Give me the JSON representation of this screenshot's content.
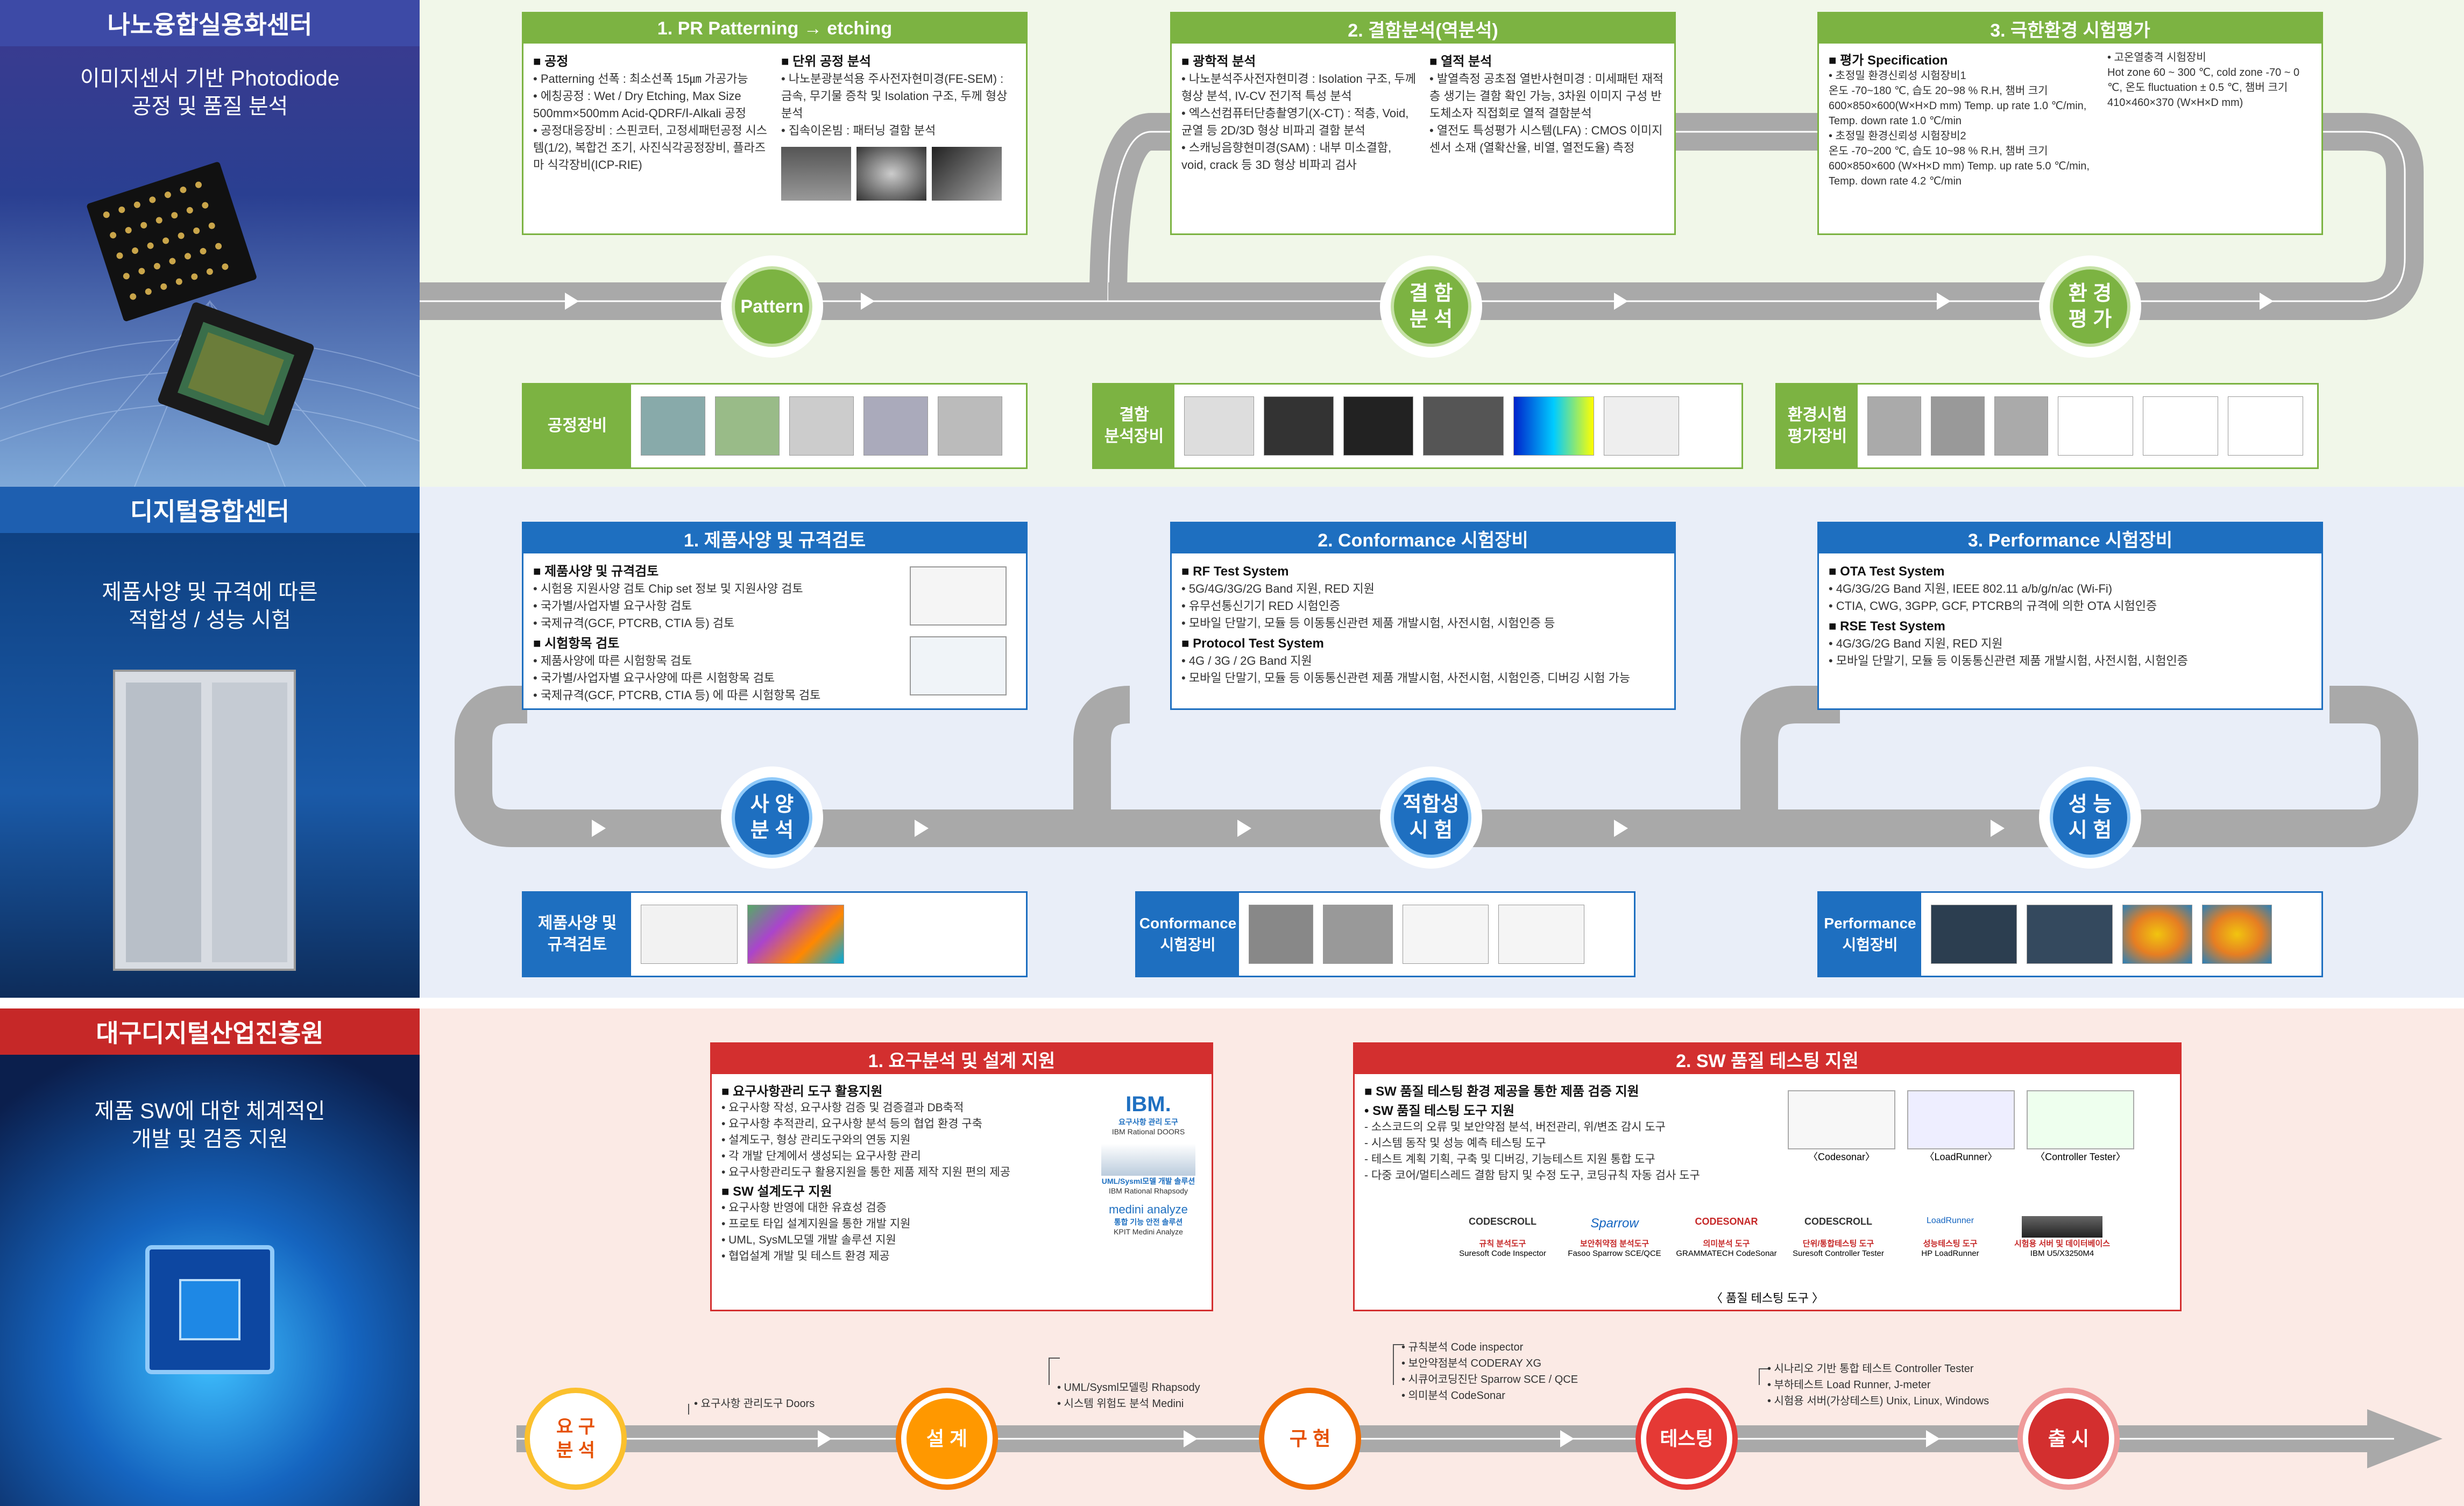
{
  "colors": {
    "green": "#7cb342",
    "blue": "#1e6fc0",
    "red": "#d32f2f",
    "road": "#a9a9a9"
  },
  "s1": {
    "center": "나노융합실용화센터",
    "subtitle1": "이미지센서 기반 Photodiode",
    "subtitle2": "공정 및 품질 분석",
    "cards": [
      {
        "title": "1. PR Patterning → etching",
        "col1": [
          {
            "h": "■ 공정",
            "items": [
              "• Patterning 선폭 : 최소선폭 15㎛ 가공가능",
              "• 에칭공정 : Wet / Dry Etching, Max Size 500mm×500mm Acid-QDRF/Ⅰ-Alkali 공정"
            ]
          },
          {
            "h": "",
            "items": [
              "• 공정대응장비 : 스핀코터, 고정세패턴공정 시스템(1/2), 복합건 조기, 사진식각공정장비, 플라즈마 식각장비(ICP-RIE)"
            ]
          }
        ],
        "col2": [
          {
            "h": "■ 단위 공정 분석",
            "items": [
              "• 나노분광분석용 주사전자현미경(FE-SEM) : 금속, 무기물 증착 및 Isolation 구조, 두께 형상 분석",
              "• 집속이온빔 : 패터닝 결함 분석"
            ]
          }
        ]
      },
      {
        "title": "2. 결함분석(역분석)",
        "col1": [
          {
            "h": "■ 광학적 분석",
            "items": [
              "• 나노분석주사전자현미경 : Isolation 구조, 두께 형상 분석, IV-CV 전기적 특성 분석",
              "• 엑스선컴퓨터단층촬영기(X-CT) : 적층, Void, 균열 등 2D/3D 형상 비파괴 결함 분석",
              "• 스캐닝음향현미경(SAM) : 내부 미소결함, void, crack 등 3D 형상 비파괴 검사"
            ]
          }
        ],
        "col2": [
          {
            "h": "■ 열적 분석",
            "items": [
              "• 발열측정 공초점 열반사현미경 : 미세패턴 재적층 생기는 결함 확인 가능, 3차원 이미지 구성 반도체소자 직접회로 열적 결함분석",
              "• 열전도 특성평가 시스템(LFA) : CMOS 이미지센서 소재 (열확산율, 비열, 열전도율) 측정"
            ]
          }
        ]
      },
      {
        "title": "3. 극한환경 시험평가",
        "col1": [
          {
            "h": "■ 평가 Specification",
            "items": [
              "• 초정밀 환경신뢰성 시험장비1",
              "온도 -70~180 ℃, 습도 20~98 % R.H, 챔버 크기 600×850×600(W×H×D mm) Temp. up rate 1.0 ℃/min, Temp. down rate 1.0 ℃/min",
              "• 초정밀 환경신뢰성 시험장비2",
              "온도 -70~200 ℃, 습도 10~98 % R.H, 챔버 크기 600×850×600 (W×H×D mm) Temp. up rate 5.0 ℃/min, Temp. down rate 4.2 ℃/min"
            ]
          }
        ],
        "col2": [
          {
            "h": "",
            "items": [
              "• 고온열충격 시험장비",
              "Hot zone 60 ~ 300 ℃, cold zone -70 ~ 0 ℃, 온도 fluctuation ± 0.5 ℃, 챔버 크기 410×460×370 (W×H×D mm)"
            ]
          }
        ]
      }
    ],
    "circles": [
      "Pattern",
      "결 함\n분 석",
      "환 경\n평 가"
    ],
    "equip": [
      "공정장비",
      "결함\n분석장비",
      "환경시험\n평가장비"
    ]
  },
  "s2": {
    "center": "디지털융합센터",
    "subtitle1": "제품사양 및 규격에 따른",
    "subtitle2": "적합성 / 성능 시험",
    "cards": [
      {
        "title": "1. 제품사양 및 규격검토",
        "blocks": [
          {
            "h": "■ 제품사양 및 규격검토",
            "items": [
              "• 시험용 지원사양 검토 Chip set 정보 및 지원사양 검토",
              "• 국가별/사업자별 요구사항 검토",
              "• 국제규격(GCF, PTCRB, CTIA 등) 검토"
            ]
          },
          {
            "h": "■ 시험항목 검토",
            "items": [
              "• 제품사양에 따른 시험항목 검토",
              "• 국가별/사업자별 요구사양에 따른 시험항목 검토",
              "• 국제규격(GCF, PTCRB, CTIA 등) 에 따른 시험항목 검토"
            ]
          }
        ]
      },
      {
        "title": "2. Conformance 시험장비",
        "blocks": [
          {
            "h": "■ RF Test System",
            "items": [
              "• 5G/4G/3G/2G Band 지원, RED 지원",
              "• 유무선통신기기 RED 시험인증",
              "• 모바일 단말기, 모듈 등 이동통신관련 제품 개발시험, 사전시험, 시험인증 등"
            ]
          },
          {
            "h": "■ Protocol Test System",
            "items": [
              "• 4G / 3G / 2G Band 지원",
              "• 모바일 단말기, 모듈 등 이동통신관련 제품 개발시험, 사전시험, 시험인증, 디버깅 시험 가능"
            ]
          }
        ]
      },
      {
        "title": "3. Performance 시험장비",
        "blocks": [
          {
            "h": "■ OTA Test System",
            "items": [
              "• 4G/3G/2G Band 지원, IEEE 802.11 a/b/g/n/ac (Wi-Fi)",
              "• CTIA, CWG, 3GPP, GCF, PTCRB의 규격에 의한 OTA 시험인증"
            ]
          },
          {
            "h": "■ RSE Test System",
            "items": [
              "• 4G/3G/2G Band 지원, RED 지원",
              "• 모바일 단말기, 모듈 등 이동통신관련 제품 개발시험, 사전시험, 시험인증"
            ]
          }
        ]
      }
    ],
    "circles": [
      "사 양\n분 석",
      "적합성\n시 험",
      "성 능\n시 험"
    ],
    "equip": [
      "제품사양 및\n규격검토",
      "Conformance\n시험장비",
      "Performance\n시험장비"
    ]
  },
  "s3": {
    "center": "대구디지털산업진흥원",
    "subtitle1": "제품 SW에 대한 체계적인",
    "subtitle2": "개발 및 검증 지원",
    "card1": {
      "title": "1. 요구분석 및 설계 지원",
      "blocks": [
        {
          "h": "■ 요구사항관리 도구 활용지원",
          "items": [
            "• 요구사항 작성, 요구사항 검증 및 검증결과 DB축적",
            "• 요구사항 추적관리, 요구사항 분석 등의 협업 환경 구축",
            "• 설계도구, 형상 관리도구와의 연동 지원",
            "• 각 개발 단계에서 생성되는 요구사항 관리",
            "• 요구사항관리도구 활용지원을 통한 제품 제작 지원 편의 제공"
          ]
        },
        {
          "h": "■ SW 설계도구 지원",
          "items": [
            "• 요구사항 반영에 대한 유효성 검증",
            "• 프로토 타입 설계지원을 통한 개발 지원",
            "• UML, SysML모델 개발 솔루션 지원",
            "• 협업설계 개발 및 테스트 환경 제공"
          ]
        }
      ],
      "logos": [
        "IBM.",
        "요구사항 관리 도구",
        "IBM Rational DOORS",
        "UML/SysmI모델 개발 솔루션",
        "IBM Rational Rhapsody",
        "medini analyze",
        "통합 기능 안전 솔루션",
        "KPIT Medini Analyze"
      ]
    },
    "card2": {
      "title": "2. SW 품질 테스팅 지원",
      "blocks": [
        {
          "h": "■ SW 품질 테스팅 환경 제공을 통한 제품 검증 지원",
          "items": []
        },
        {
          "h": "• SW 품질 테스팅 도구 지원",
          "items": [
            "- 소스코드의 오류 및 보안약점 분석, 버전관리, 위/변조 감시 도구",
            "- 시스템 동작 및 성능 예측 테스팅 도구",
            "- 테스트 계획 기획, 구축 및 디버깅, 기능테스트 지원 통합 도구",
            "- 다중 코어/멀티스레드 결함 탐지 및 수정 도구, 코딩규칙 자동 검사 도구"
          ]
        }
      ],
      "shots": [
        "〈Codesonar〉",
        "〈LoadRunner〉",
        "〈Controller Tester〉"
      ],
      "caption": "〈 품질 테스팅 도구 〉",
      "tools": [
        {
          "logo": "CODESCROLL",
          "t": "규칙 분석도구",
          "s": "Suresoft Code Inspector"
        },
        {
          "logo": "Sparrow",
          "t": "보안취약점 분석도구",
          "s": "Fasoo Sparrow SCE/QCE"
        },
        {
          "logo": "CODESONAR",
          "t": "의미분석 도구",
          "s": "GRAMMATECH CodeSonar"
        },
        {
          "logo": "CODESCROLL",
          "t": "단위/통합테스팅 도구",
          "s": "Suresoft Controller Tester"
        },
        {
          "logo": "LoadRunner",
          "t": "성능테스팅 도구",
          "s": "HP LoadRunner"
        },
        {
          "logo": "",
          "t": "시험용 서버 및 데이터베이스",
          "s": "IBM U5/X3250M4"
        }
      ]
    },
    "steps": [
      "요 구\n분 석",
      "설 계",
      "구 현",
      "테스팅",
      "출 시"
    ],
    "notes": {
      "n1": [
        "• 요구사항 관리도구 Doors"
      ],
      "n2": [
        "• UML/Sysml모델링 Rhapsody",
        "• 시스템 위험도 분석 Medini"
      ],
      "n3": [
        "• 규칙분석 Code inspector",
        "• 보안약점분석 CODERAY XG",
        "• 시큐어코딩진단 Sparrow SCE / QCE",
        "• 의미분석 CodeSonar"
      ],
      "n4": [
        "• 시나리오 기반 통합 테스트 Controller Tester",
        "• 부하테스트 Load Runner, J-meter",
        "• 시험용 서버(가상테스트) Unix, Linux, Windows"
      ]
    }
  }
}
